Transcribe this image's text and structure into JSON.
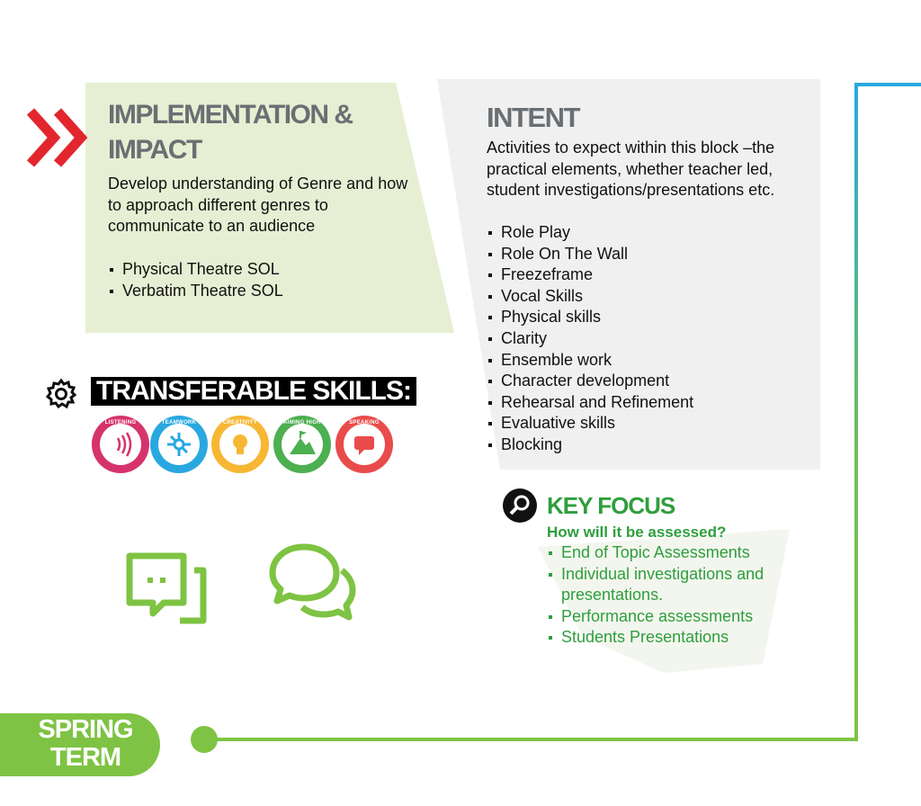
{
  "implementation": {
    "title_line1": "IMPLEMENTATION &",
    "title_line2": "IMPACT",
    "description": "Develop understanding of Genre and how to approach different genres to communicate to an audience",
    "items": [
      "Physical Theatre SOL",
      "Verbatim Theatre SOL"
    ]
  },
  "intent": {
    "title": "INTENT",
    "description": "Activities to expect within this block –the practical elements, whether teacher led, student investigations/presentations etc.",
    "items": [
      "Role Play",
      "Role On The Wall",
      "Freezeframe",
      "Vocal Skills",
      "Physical skills",
      "Clarity",
      "Ensemble work",
      "Character development",
      "Rehearsal and Refinement",
      "Evaluative skills",
      "Blocking"
    ]
  },
  "transferable": {
    "label": "TRANSFERABLE SKILLS:",
    "skills": [
      {
        "label": "LISTENING",
        "color": "#d6336c",
        "icon": "listening-icon"
      },
      {
        "label": "TEAMWORK",
        "color": "#29a8e0",
        "icon": "teamwork-icon"
      },
      {
        "label": "CREATIVITY",
        "color": "#f7b733",
        "icon": "lightbulb-icon"
      },
      {
        "label": "AIMING HIGH",
        "color": "#4caf50",
        "icon": "mountain-flag-icon"
      },
      {
        "label": "SPEAKING",
        "color": "#e94b4b",
        "icon": "speech-bubble-icon"
      }
    ]
  },
  "key_focus": {
    "title": "KEY FOCUS",
    "subtitle": "How will it be assessed?",
    "items": [
      "End of Topic Assessments",
      "Individual investigations and presentations.",
      "Performance assessments",
      "Students Presentations"
    ]
  },
  "term": {
    "line1": "SPRING",
    "line2": "TERM"
  },
  "colors": {
    "green": "#7ec343",
    "dark_green": "#2f9e3d",
    "red_chevron": "#e3262e",
    "blue_line": "#29a8e0",
    "panel_grey": "#f0f0f0",
    "panel_green": "#e6efd3"
  }
}
